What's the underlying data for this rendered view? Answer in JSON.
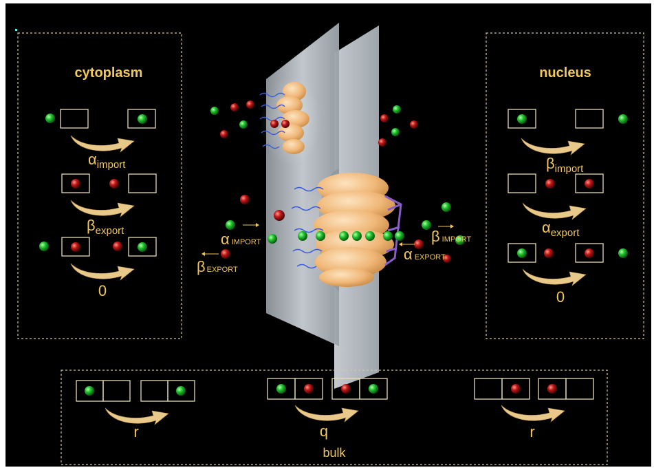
{
  "colors": {
    "background": "#000000",
    "label": "#f2c75c",
    "box_border": "#e8dcb4",
    "particle_green": "#1fae2a",
    "particle_red": "#b01515",
    "pore": "#f0b97a",
    "envelope": "#b9c0c6",
    "filament_blue": "#3b5bd9",
    "basket_purple": "#8a5cc8"
  },
  "icons": [
    "green-particle",
    "red-particle",
    "curved-arrow-icon"
  ],
  "cytoplasm": {
    "title": "cytoplasm",
    "rules": [
      {
        "rate_symbol": "α",
        "rate_sub": "import"
      },
      {
        "rate_symbol": "β",
        "rate_sub": "export"
      },
      {
        "rate_symbol": "0",
        "rate_sub": ""
      }
    ]
  },
  "nucleus": {
    "title": "nucleus",
    "rules": [
      {
        "rate_symbol": "β",
        "rate_sub": "import"
      },
      {
        "rate_symbol": "α",
        "rate_sub": "export"
      },
      {
        "rate_symbol": "0",
        "rate_sub": ""
      }
    ]
  },
  "bulk": {
    "title": "bulk",
    "rules": [
      {
        "rate": "r"
      },
      {
        "rate": "q"
      },
      {
        "rate": "r"
      }
    ]
  },
  "center": {
    "left_labels": [
      {
        "symbol": "α",
        "sub": "IMPORT"
      },
      {
        "symbol": "β",
        "sub": "EXPORT"
      }
    ],
    "right_labels": [
      {
        "symbol": "β",
        "sub": "IMPORT"
      },
      {
        "symbol": "α",
        "sub": "EXPORT"
      }
    ]
  }
}
